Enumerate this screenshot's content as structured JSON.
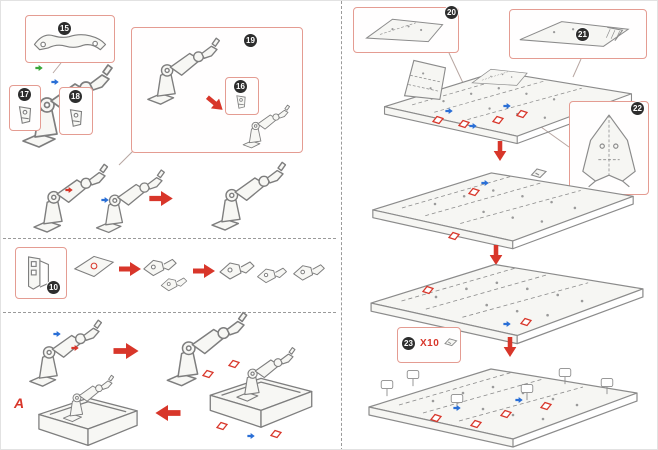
{
  "palette": {
    "accent_red": "#d8362a",
    "marker_blue": "#2a6fd6",
    "marker_green": "#3aa63a",
    "line_gray": "#7e7e7e",
    "badge_bg": "#2d2d2d",
    "badge_text": "#ffffff",
    "callout_border": "#e49c92"
  },
  "labels": {
    "variant": "A",
    "quantity": "X10"
  },
  "badges": {
    "b10": "10",
    "b15": "15",
    "b16": "16",
    "b17": "17",
    "b18": "18",
    "b19": "19",
    "b20": "20",
    "b21": "21",
    "b22": "22",
    "b23": "23"
  },
  "icons": {
    "step_arrow": "red-block-arrow",
    "fastener_arrow_blue": "small-blue-arrow",
    "fastener_arrow_green": "small-green-arrow",
    "fastener_marker": "red-outline-clip"
  }
}
